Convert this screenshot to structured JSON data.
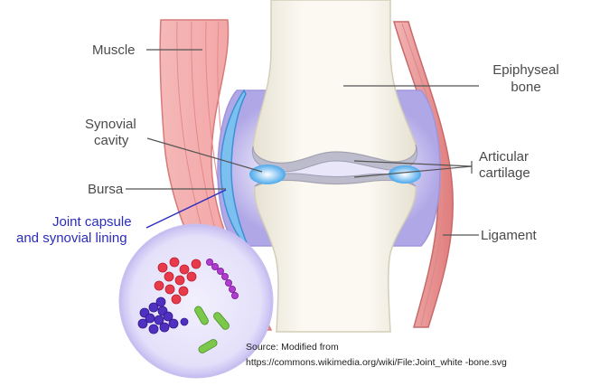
{
  "labels": {
    "muscle": "Muscle",
    "synovial_cavity_line1": "Synovial",
    "synovial_cavity_line2": "cavity",
    "bursa": "Bursa",
    "joint_capsule_line1": "Joint capsule",
    "joint_capsule_line2": "and synovial lining",
    "epiphyseal_line1": "Epiphyseal",
    "epiphyseal_line2": "bone",
    "articular_line1": "Articular",
    "articular_line2": "cartilage",
    "ligament": "Ligament"
  },
  "source": {
    "line1": "Source: Modified from",
    "line2": "https://commons.wikimedia.org/wiki/File:Joint_white -bone.svg"
  },
  "colors": {
    "label_text": "#4a4a4a",
    "highlight_label": "#2b2bc0",
    "muscle": "#f0a8a8",
    "bone": "#f6f2e6",
    "cartilage": "#b8b8c8",
    "synovial_fluid": "#5ab4f0",
    "capsule": "#b8b0e8"
  }
}
